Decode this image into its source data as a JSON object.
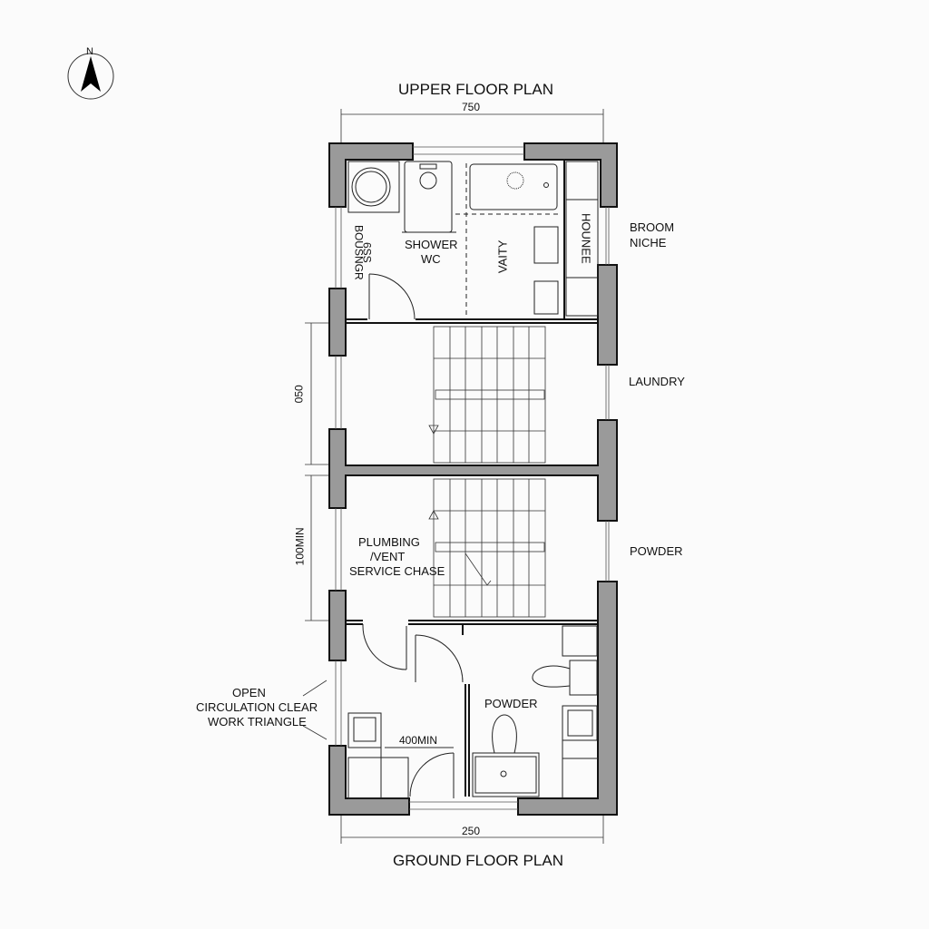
{
  "titles": {
    "upper": "UPPER FLOOR PLAN",
    "ground": "GROUND FLOOR PLAN"
  },
  "north_arrow": {
    "label": "N",
    "icon": "north-arrow-icon"
  },
  "dimensions": {
    "top_width": "750",
    "bottom_width": "250",
    "left_upper": "050",
    "left_lower": "100MIN",
    "clearance": "400MIN"
  },
  "rooms": {
    "upper_left_rotated_a": "BOUSNGR",
    "upper_left_rotated_b": "6SS",
    "shower_wc_line1": "SHOWER",
    "shower_wc_line2": "WC",
    "vanity": "VAITY",
    "right_niche_rotated": "HOUNEE",
    "plumbing_line1": "PLUMBING",
    "plumbing_line2": "/VENT",
    "plumbing_line3": "SERVICE CHASE",
    "powder_inner": "POWDER"
  },
  "side_labels": {
    "broom_line1": "BROOM",
    "broom_line2": "NICHE",
    "laundry": "LAUNDRY",
    "powder": "POWDER",
    "circulation_line1": "OPEN",
    "circulation_line2": "CIRCULATION CLEAR",
    "circulation_line3": "WORK TRIANGLE"
  },
  "colors": {
    "wall_fill": "#9a9a9a",
    "line": "#111111",
    "background": "#fbfbfb"
  }
}
